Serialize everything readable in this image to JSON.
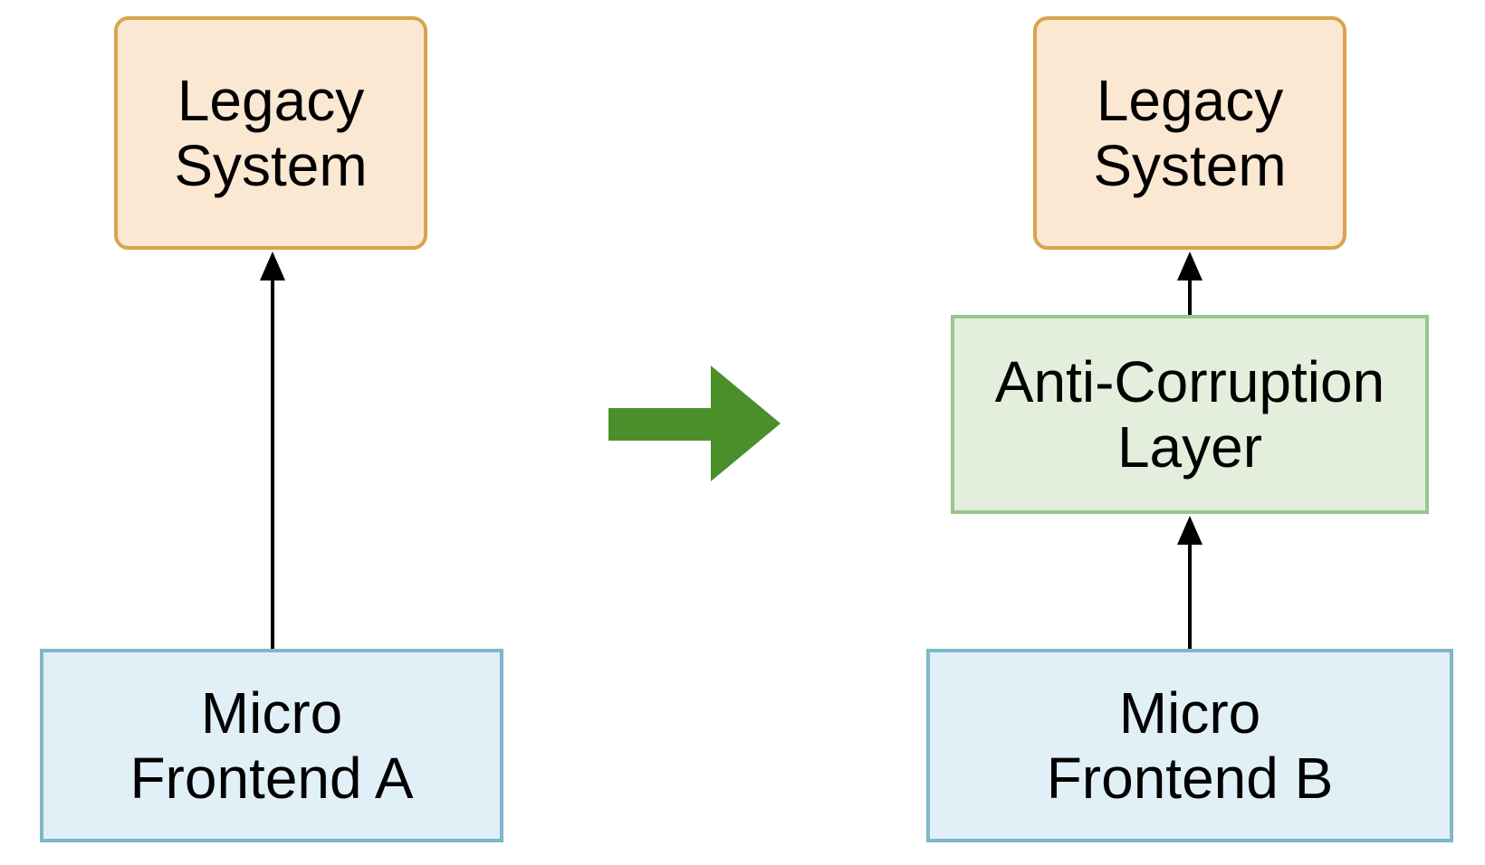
{
  "colors": {
    "legacy_fill": "#fbe8d2",
    "legacy_border": "#d9a34f",
    "acl_fill": "#e3eedc",
    "acl_border": "#9ac78a",
    "mfe_fill": "#e1f0f7",
    "mfe_border": "#7fb8c8",
    "transition_arrow": "#4a8f2a",
    "connector": "#000000"
  },
  "left": {
    "legacy": {
      "line1": "Legacy",
      "line2": "System"
    },
    "frontend": {
      "line1": "Micro",
      "line2": "Frontend A"
    }
  },
  "right": {
    "legacy": {
      "line1": "Legacy",
      "line2": "System"
    },
    "acl": {
      "line1": "Anti-Corruption",
      "line2": "Layer"
    },
    "frontend": {
      "line1": "Micro",
      "line2": "Frontend B"
    }
  },
  "icons": {
    "transition": "right-arrow-icon",
    "connector": "arrow-up-icon"
  }
}
